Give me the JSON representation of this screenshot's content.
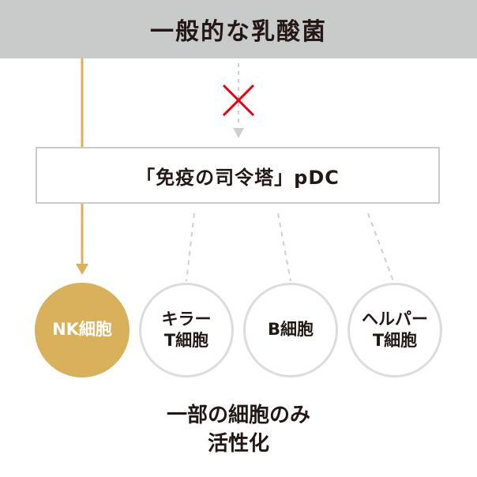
{
  "header": {
    "title": "一般的な乳酸菌"
  },
  "pdc": {
    "label": "「免疫の司令塔」pDC"
  },
  "cells": {
    "nk": {
      "line1": "NK細胞"
    },
    "killer": {
      "line1": "キラー",
      "line2": "T細胞"
    },
    "b": {
      "line1": "B細胞"
    },
    "helper": {
      "line1": "ヘルパー",
      "line2": "T細胞"
    }
  },
  "result": {
    "line1": "一部の細胞のみ",
    "line2": "活性化"
  },
  "colors": {
    "gold": "#d9b15a",
    "gray_header": "#c9caca",
    "cross_red": "#e60012",
    "dashed_gray": "#cfcfcf"
  }
}
